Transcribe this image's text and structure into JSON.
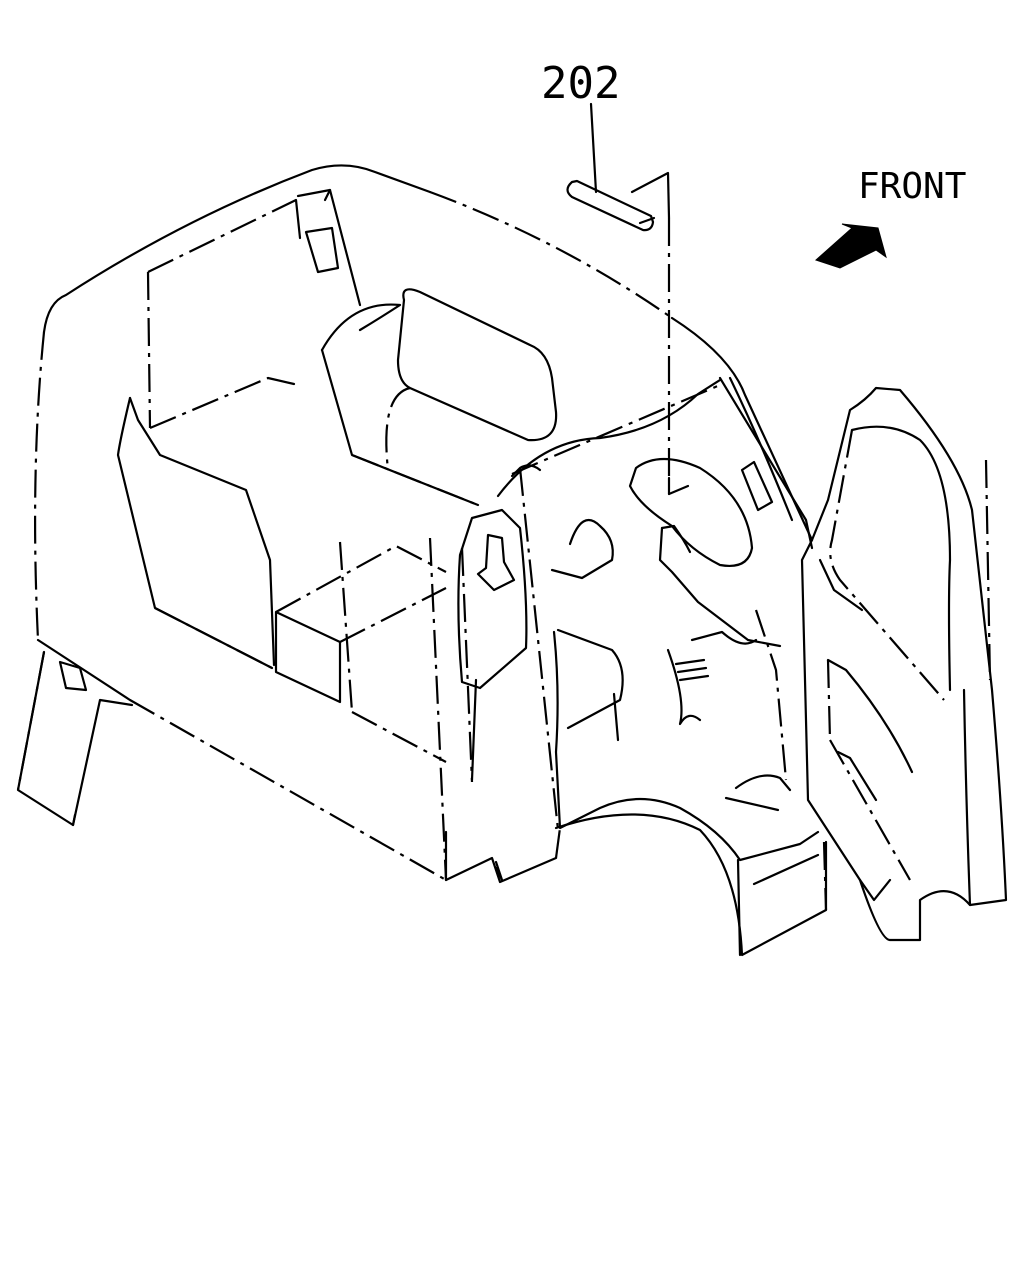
{
  "diagram": {
    "part_number": "202",
    "direction_label": "FRONT",
    "icons": {
      "direction_arrow": "front-direction-arrow-icon",
      "part": "windshield-trim-strip"
    }
  }
}
